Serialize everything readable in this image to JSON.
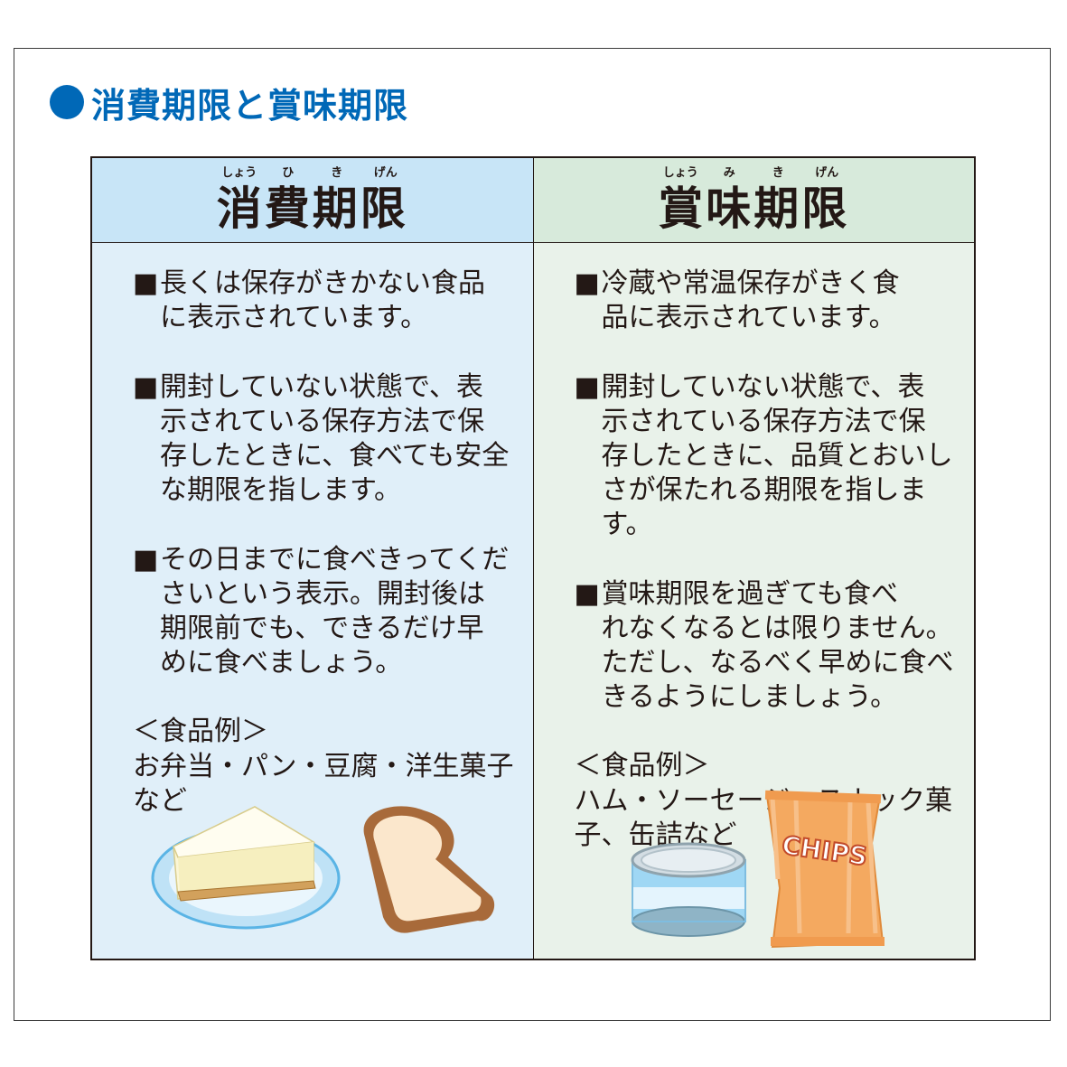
{
  "heading": "消費期限と賞味期限",
  "columns": [
    {
      "ruby": [
        "しょう",
        "ひ",
        "き",
        "げん"
      ],
      "title": "消費期限",
      "bullet": "■",
      "items": [
        "長くは保存がきかない食品\nに表示されています。",
        "開封していない状態で、表\n示されている保存方法で保\n存したときに、食べても安全\nな期限を指します。",
        "その日までに食べきってくだ\nさいという表示。開封後は\n期限前でも、できるだけ早\nめに食べましょう。"
      ],
      "example_label": "＜食品例＞",
      "example_text": "お弁当・パン・豆腐・洋生菓子\nなど",
      "icons": [
        "cheesecake-icon",
        "bread-slice-icon"
      ]
    },
    {
      "ruby": [
        "しょう",
        "み",
        "き",
        "げん"
      ],
      "title": "賞味期限",
      "bullet": "■",
      "items": [
        "冷蔵や常温保存がきく食\n品に表示されています。",
        "開封していない状態で、表\n示されている保存方法で保\n存したときに、品質とおいし\nさが保たれる期限を指します。",
        "賞味期限を過ぎても食べ\nれなくなるとは限りません。\nただし、なるべく早めに食べ\nきるようにしましょう。"
      ],
      "example_label": "＜食品例＞",
      "example_text": "ハム・ソーセージ、スナック菓\n子、缶詰など",
      "icons": [
        "canned-food-icon",
        "chips-bag-icon"
      ],
      "chips_label": "CHIPS"
    }
  ],
  "colors": {
    "accent": "#0068b7",
    "left_header": "#c8e5f7",
    "left_body": "#e0eff9",
    "right_header": "#d7eadb",
    "right_body": "#e9f2ea"
  }
}
